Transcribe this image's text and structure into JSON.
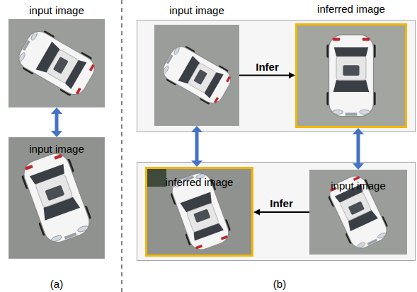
{
  "diagram": {
    "nodes": [
      {
        "text": [
          "input image"
        ]
      },
      {
        "text": [
          "input image"
        ]
      },
      {
        "text": [
          "input image"
        ]
      },
      {
        "text": [
          "inferred image"
        ]
      },
      {
        "text": [
          "inferred image"
        ]
      },
      {
        "text": [
          "input image"
        ]
      }
    ],
    "edges": [
      {
        "from": 0,
        "to": 1,
        "arrow": "both"
      },
      {
        "from": 2,
        "to": 3,
        "label": "Infer",
        "arrow": "to"
      },
      {
        "from": 5,
        "to": 4,
        "label": "Infer",
        "arrow": "to"
      },
      {
        "from": 2,
        "to": 4,
        "arrow": "both"
      },
      {
        "from": 3,
        "to": 5,
        "arrow": "both"
      }
    ],
    "labels": [
      "(a)",
      "(b)"
    ]
  }
}
